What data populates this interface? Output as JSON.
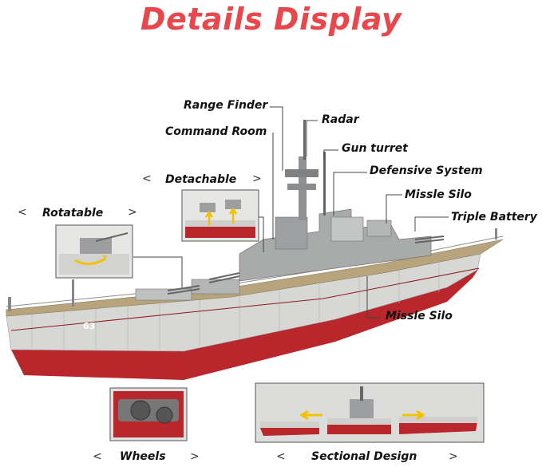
{
  "title": "Details Display",
  "colors": {
    "title": "#e8474b",
    "hull_red": "#b9262b",
    "hull_gray": "#d7d7d5",
    "deck": "#b7a47c",
    "superstructure": "#a9abab",
    "leader_line": "#444444",
    "arrow_yellow": "#f2c200"
  },
  "callouts": {
    "range_finder": "Range Finder",
    "radar": "Radar",
    "command_room": "Command Room",
    "gun_turret": "Gun turret",
    "defensive_system": "Defensive System",
    "detachable": "Detachable",
    "missle_silo_top": "Missle Silo",
    "rotatable": "Rotatable",
    "triple_battery": "Triple Battery",
    "missle_silo_bottom": "Missle Silo",
    "wheels": "Wheels",
    "sectional_design": "Sectional Design"
  },
  "chevrons": {
    "left": "<",
    "right": ">"
  },
  "hull_number": "63",
  "icons": [
    "chevron-left-icon",
    "chevron-right-icon",
    "yellow-arrow-icon"
  ]
}
